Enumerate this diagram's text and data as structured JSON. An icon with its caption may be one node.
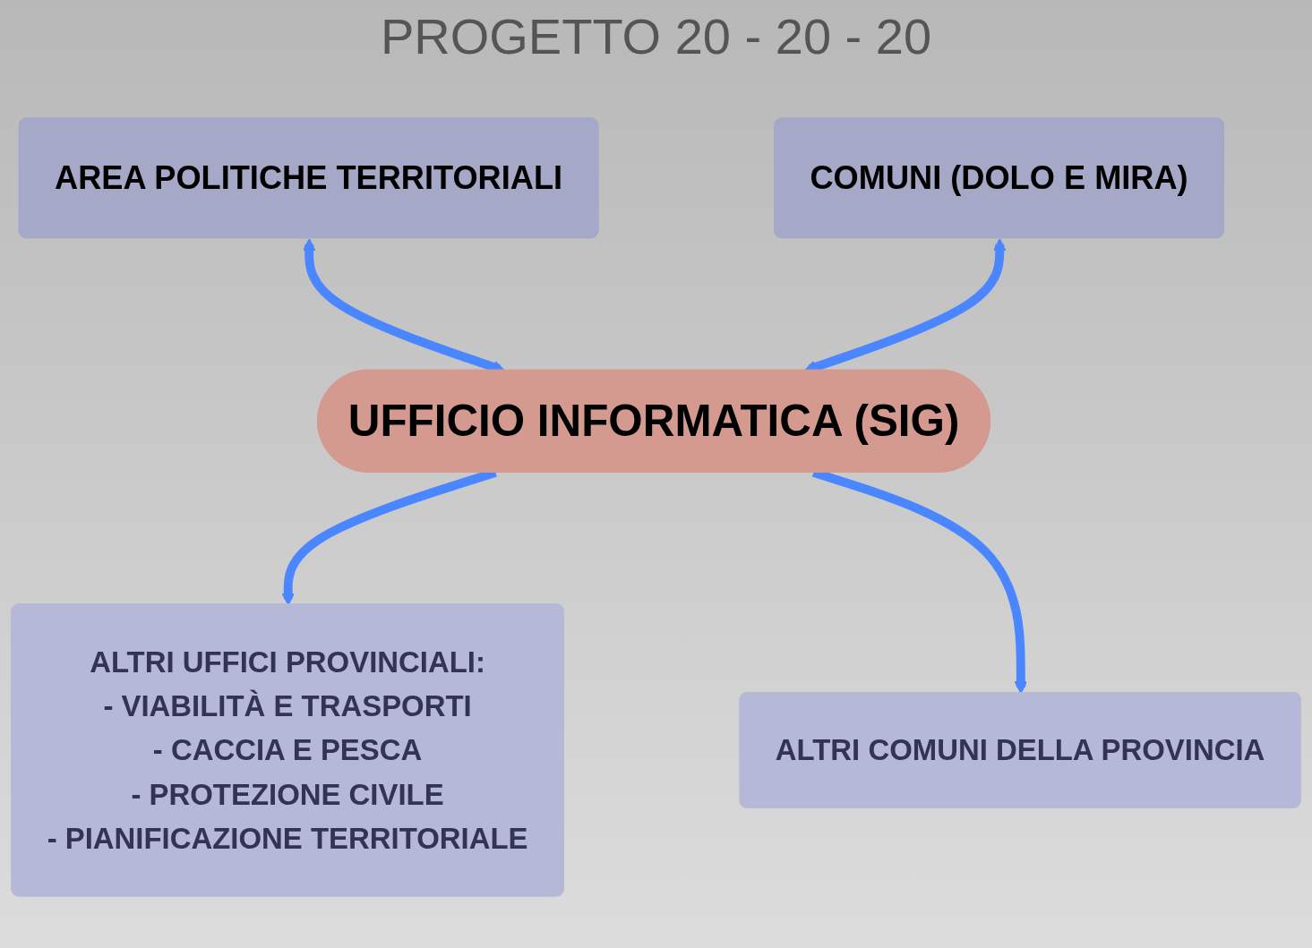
{
  "diagram": {
    "title": "PROGETTO 20 - 20 - 20",
    "nodes": [
      {
        "text": [
          "AREA POLITICHE TERRITORIALI"
        ]
      },
      {
        "text": [
          "COMUNI (DOLO E MIRA)"
        ]
      },
      {
        "text": [
          "UFFICIO INFORMATICA (SIG)"
        ]
      },
      {
        "text": [
          "ALTRI UFFICI PROVINCIALI:",
          "- VIABILITÀ E TRASPORTI",
          "- CACCIA E PESCA",
          "- PROTEZIONE CIVILE",
          "- PIANIFICAZIONE TERRITORIALE"
        ]
      },
      {
        "text": [
          "ALTRI COMUNI DELLA PROVINCIA"
        ]
      }
    ],
    "edges": [
      {
        "from": 0,
        "to": 2,
        "arrow": "both"
      },
      {
        "from": 1,
        "to": 2,
        "arrow": "both"
      },
      {
        "from": 2,
        "to": 3,
        "arrow": "to"
      },
      {
        "from": 2,
        "to": 4,
        "arrow": "to"
      }
    ]
  }
}
